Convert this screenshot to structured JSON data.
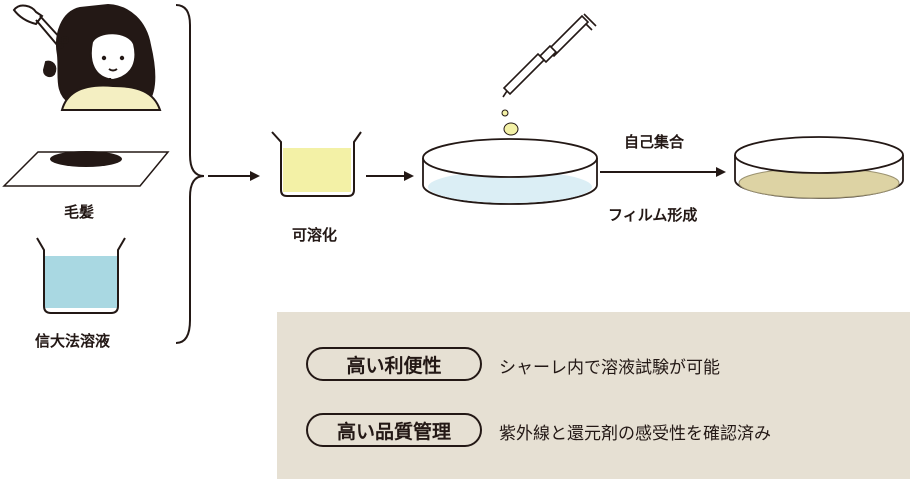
{
  "left_items": {
    "hair_label": "毛髪",
    "solution_label": "信大法溶液"
  },
  "steps": {
    "dissolve_label": "可溶化",
    "self_assembly_label": "自己集合",
    "film_formation_label": "フィルム形成"
  },
  "features": [
    {
      "title": "高い利便性",
      "description": "シャーレ内で溶液試験が可能"
    },
    {
      "title": "高い品質管理",
      "description": "紫外線と還元剤の感受性を確認済み"
    }
  ],
  "colors": {
    "ink": "#231815",
    "yellow_liquid": "#f3f1a6",
    "blue_liquid": "#a9d8e2",
    "film": "#ddd3a4",
    "info_background": "#e6e0d3"
  }
}
